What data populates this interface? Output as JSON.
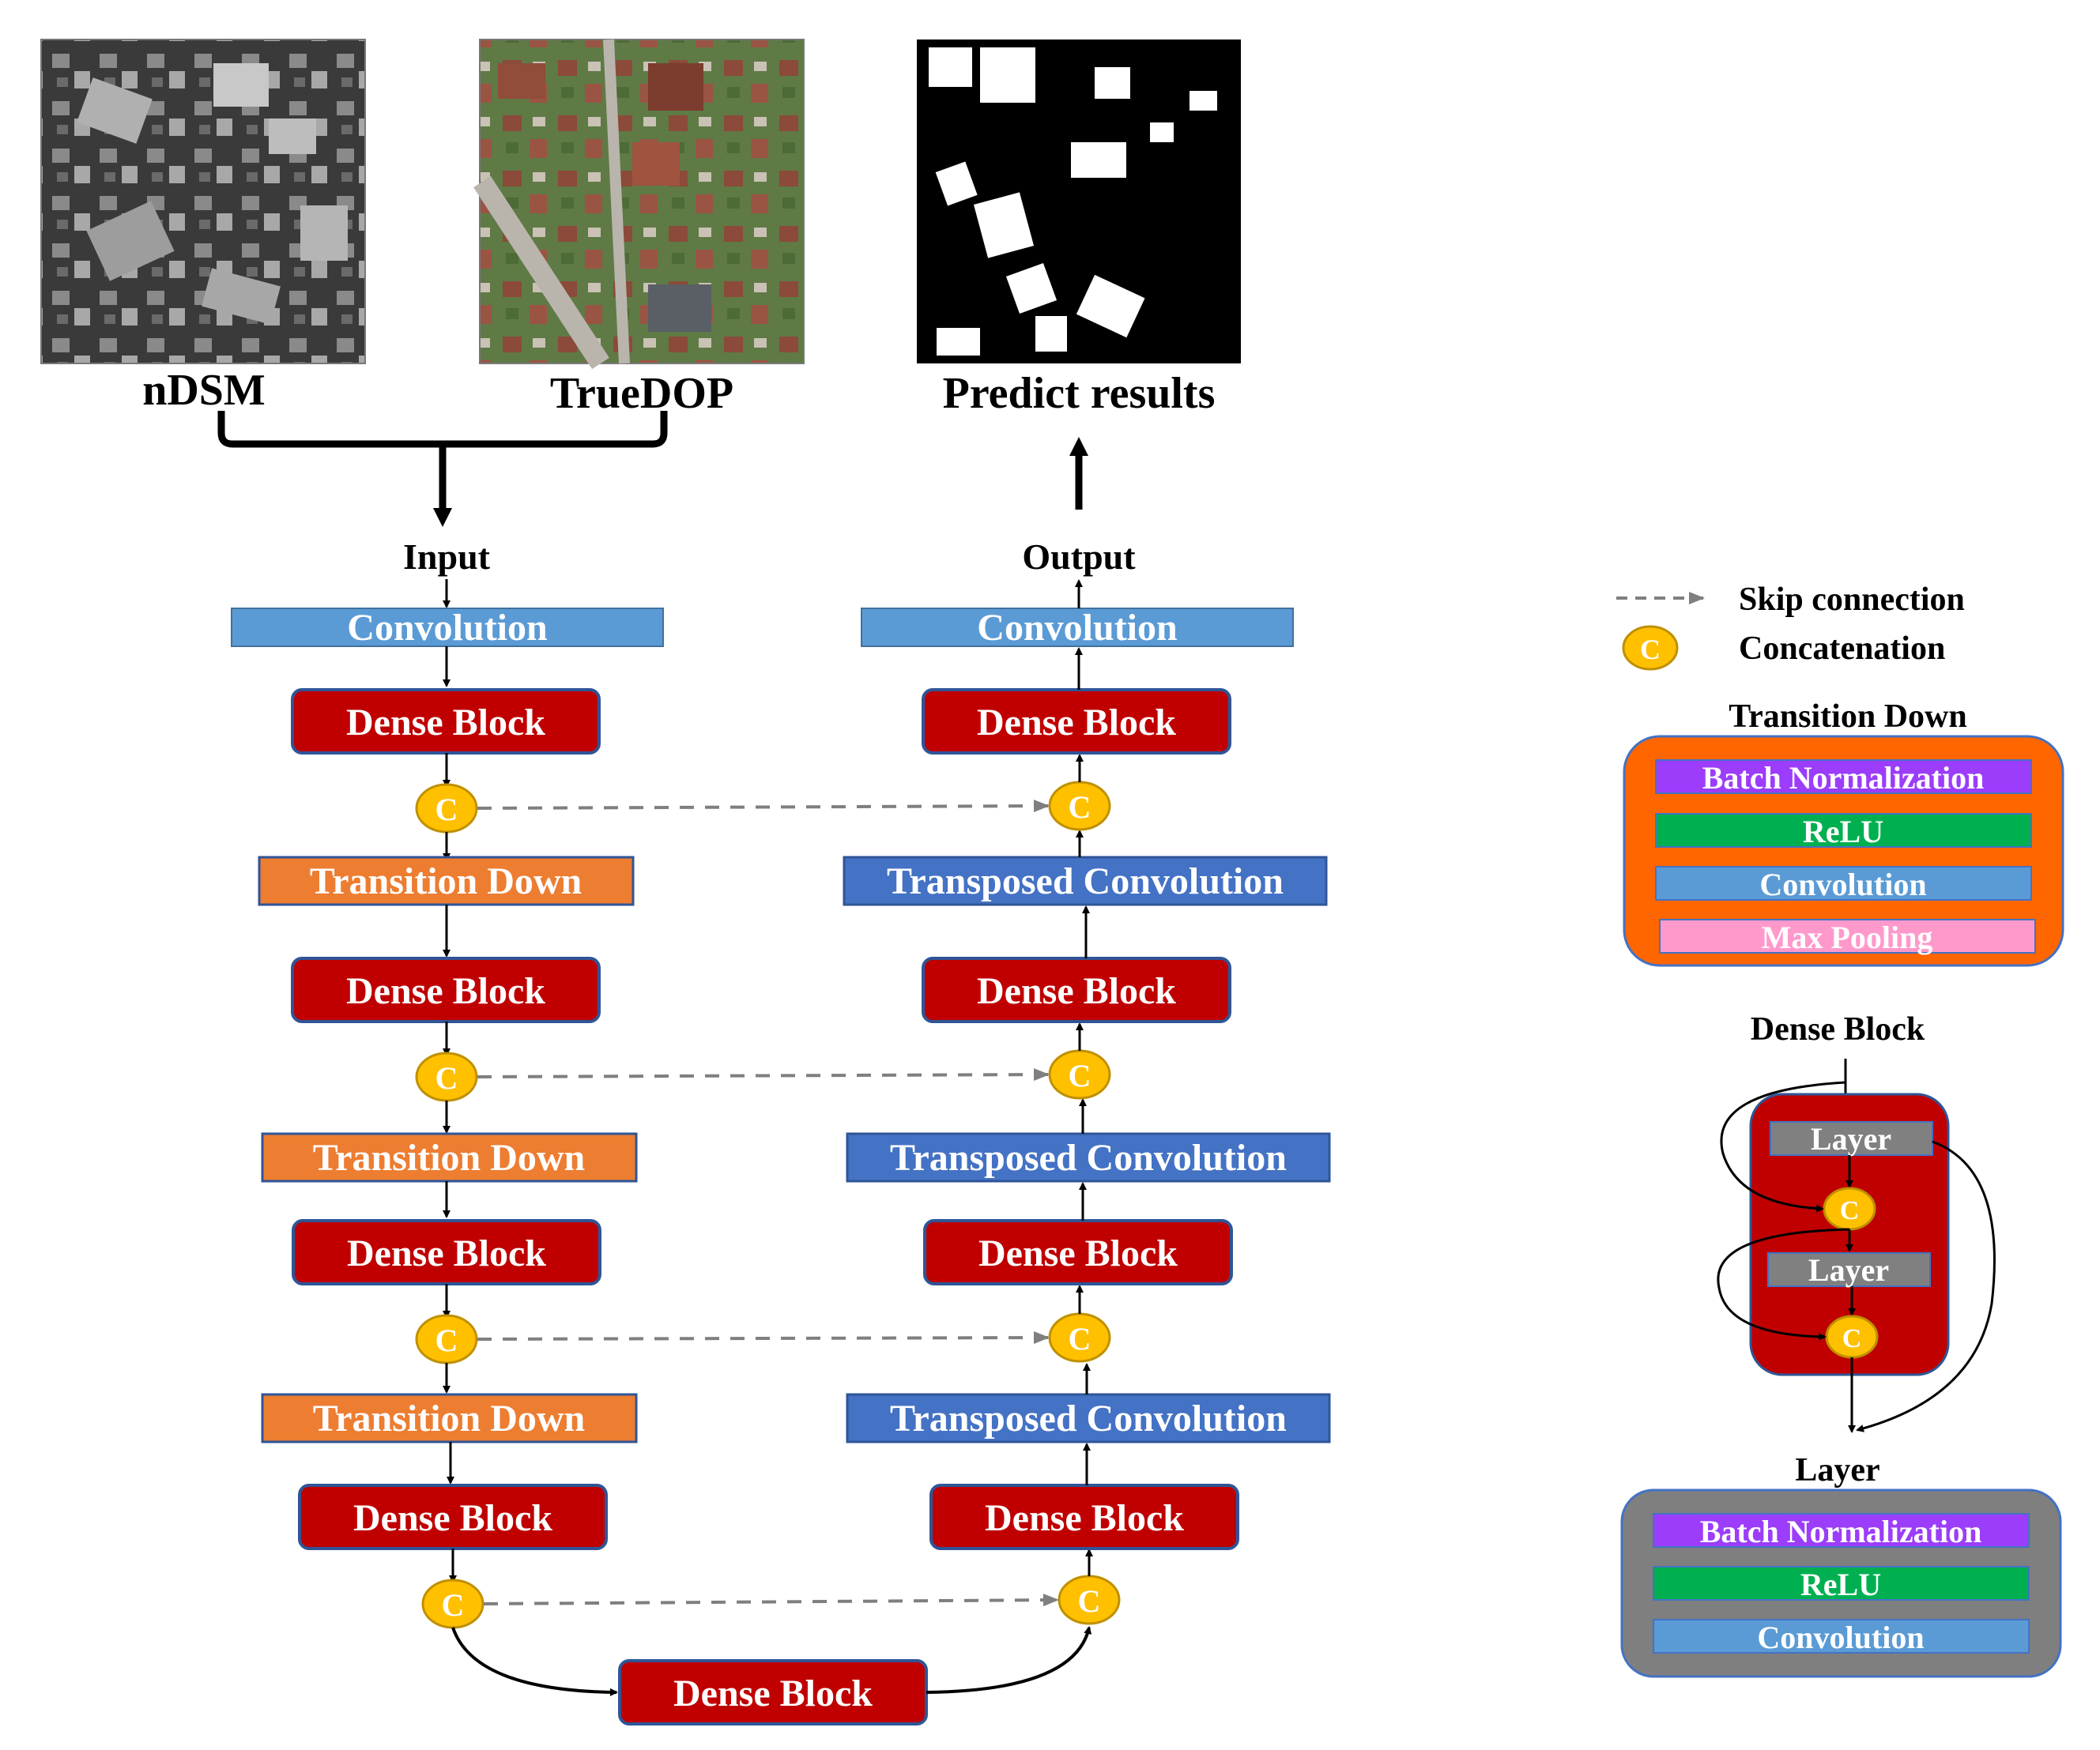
{
  "images": {
    "ndsm_label": "nDSM",
    "truedop_label": "TrueDOP",
    "predict_label": "Predict results"
  },
  "flow": {
    "input_label": "Input",
    "output_label": "Output",
    "concat_symbol": "C"
  },
  "encoder": {
    "convolution": "Convolution",
    "dense_block_1": "Dense Block",
    "transition_down_1": "Transition Down",
    "dense_block_2": "Dense Block",
    "transition_down_2": "Transition Down",
    "dense_block_3": "Dense Block",
    "transition_down_3": "Transition Down",
    "dense_block_4": "Dense Block"
  },
  "bottleneck": {
    "dense_block": "Dense Block"
  },
  "decoder": {
    "convolution": "Convolution",
    "dense_block_1": "Dense Block",
    "transposed_conv_1": "Transposed Convolution",
    "dense_block_2": "Dense Block",
    "transposed_conv_2": "Transposed Convolution",
    "dense_block_3": "Dense Block",
    "transposed_conv_3": "Transposed Convolution",
    "dense_block_4": "Dense Block"
  },
  "legend": {
    "skip_connection": "Skip connection",
    "concatenation": "Concatenation",
    "transition_down": {
      "title": "Transition Down",
      "batch_norm": "Batch Normalization",
      "relu": "ReLU",
      "convolution": "Convolution",
      "max_pooling": "Max Pooling"
    },
    "dense_block": {
      "title": "Dense Block",
      "layer_1": "Layer",
      "layer_2": "Layer"
    },
    "layer": {
      "title": "Layer",
      "batch_norm": "Batch Normalization",
      "relu": "ReLU",
      "convolution": "Convolution"
    }
  },
  "colors": {
    "dense_block": "#c00000",
    "convolution": "#5b9bd5",
    "transition_down": "#ed7d31",
    "transposed_conv": "#4472c4",
    "concat": "#ffc000",
    "batch_norm": "#9b3dfa",
    "relu": "#00b050",
    "max_pooling": "#ff99cc",
    "transition_panel": "#ff6600",
    "layer_panel": "#7f7f7f",
    "layer_box": "#808080"
  }
}
